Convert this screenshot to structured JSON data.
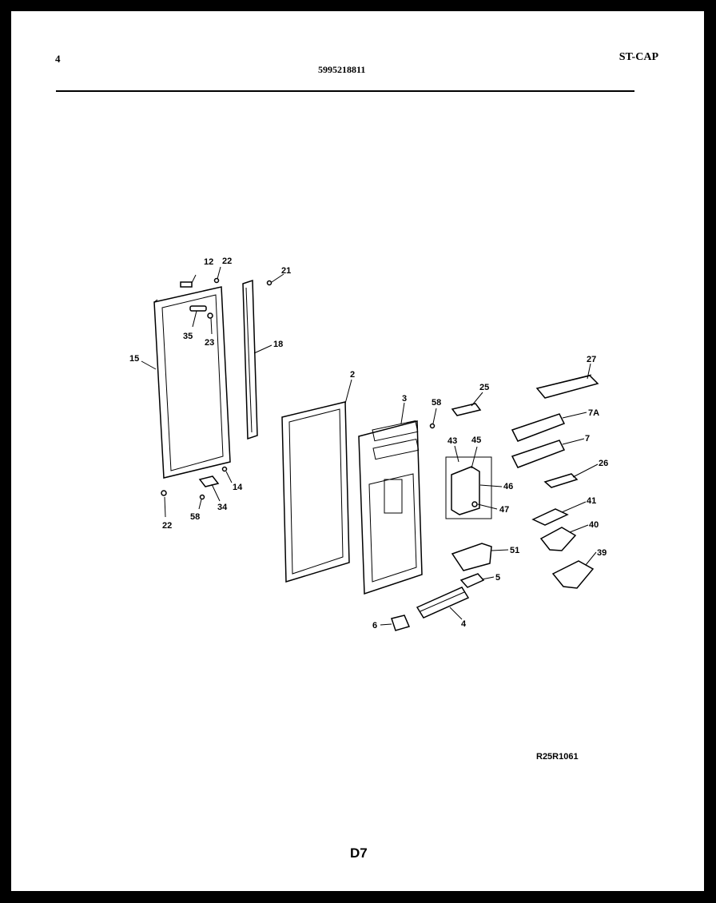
{
  "header": {
    "page_number": "4",
    "model_number": "5995218811",
    "section_code": "ST-CAP"
  },
  "diagram": {
    "reference_code": "R25R1061",
    "page_code": "D7",
    "labels": {
      "p12": "12",
      "p22a": "22",
      "p21": "21",
      "p35": "35",
      "p23": "23",
      "p15": "15",
      "p18": "18",
      "p2": "2",
      "p3": "3",
      "p58a": "58",
      "p25": "25",
      "p27": "27",
      "p7a": "7A",
      "p7": "7",
      "p43": "43",
      "p45": "45",
      "p46": "46",
      "p47": "47",
      "p26": "26",
      "p41": "41",
      "p40": "40",
      "p39": "39",
      "p51": "51",
      "p5": "5",
      "p4": "4",
      "p6": "6",
      "p14": "14",
      "p34": "34",
      "p58b": "58",
      "p22b": "22"
    }
  }
}
